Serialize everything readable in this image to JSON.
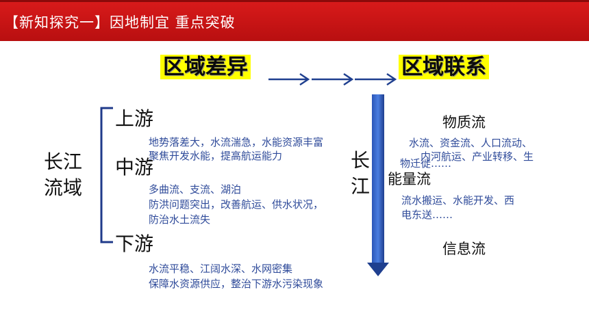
{
  "header": {
    "title": "【新知探究一】因地制宜 重点突破"
  },
  "top": {
    "left_box": "区域差异",
    "right_box": "区域联系"
  },
  "left": {
    "region_label_1": "长江",
    "region_label_2": "流域",
    "upper": {
      "title": "上游",
      "line1": "地势落差大，水流湍急，水能资源丰富",
      "line2": "聚焦开发水能，提高航运能力"
    },
    "middle": {
      "title": "中游",
      "line1": "多曲流、支流、湖泊",
      "line2": "防洪问题突出，改善航运、供水状况，",
      "line3": "防治水土流失"
    },
    "lower": {
      "title": "下游",
      "line1": "水流平稳、江阔水深、水网密集",
      "line2": "保障水资源供应，整治下游水污染现象"
    }
  },
  "center": {
    "river_1": "长",
    "river_2": "江"
  },
  "right": {
    "material": {
      "title": "物质流",
      "line1": "水流、资金流、人口流动、",
      "line2": "内河航运、产业转移、生",
      "line3": "物迁徙……"
    },
    "energy": {
      "title": "能量流",
      "line1": "流水搬运、水能开发、西",
      "line2": "电东送……"
    },
    "information": {
      "title": "信息流"
    }
  },
  "colors": {
    "header": "#c8141a",
    "highlight": "#ffff00",
    "blue_text": "#2f4b9a",
    "arrow": "#1f3f8f"
  }
}
